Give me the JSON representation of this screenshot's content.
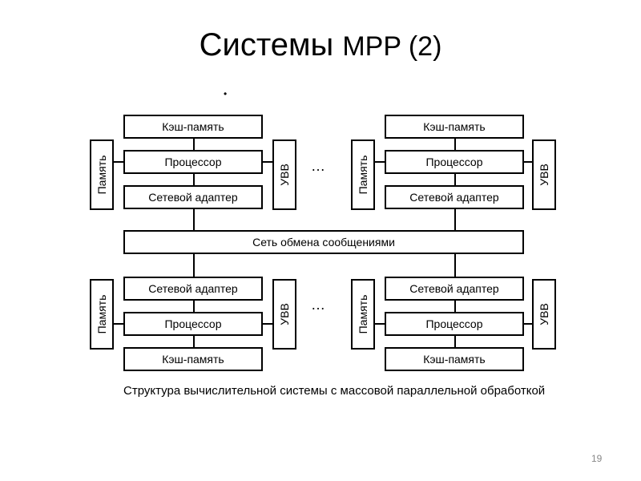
{
  "slide": {
    "title_main": "Системы",
    "title_suffix": "MPP (2)",
    "dot": "•",
    "page_number": "19"
  },
  "diagram": {
    "cache_label": "Кэш-память",
    "processor_label": "Процессор",
    "adapter_label": "Сетевой адаптер",
    "memory_label": "Память",
    "io_label": "УВВ",
    "network_label": "Сеть обмена сообщениями",
    "ellipsis": "…",
    "caption": "Структура вычислительной системы с массовой параллельной обработкой"
  }
}
